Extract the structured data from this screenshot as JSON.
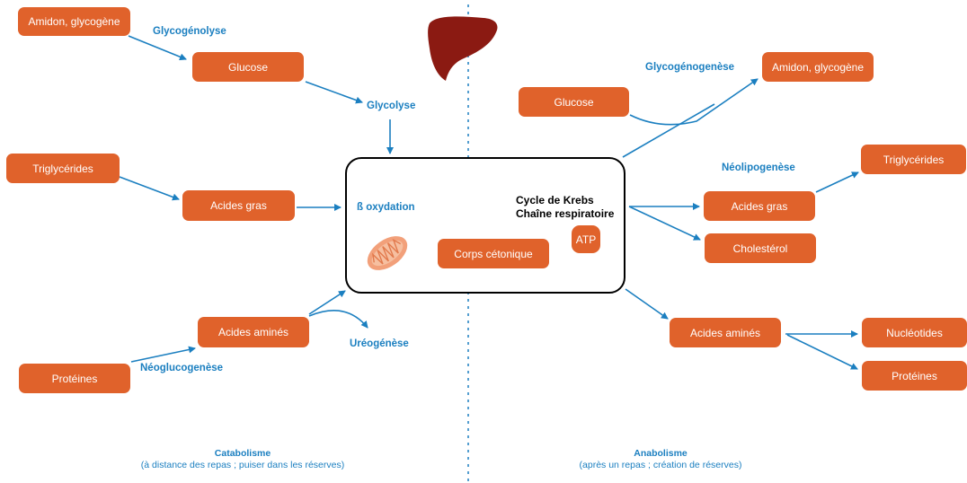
{
  "colors": {
    "box": "#e0622b",
    "arrow": "#1b7fc0",
    "liver": "#8b1a12",
    "mito": "#f2a07a"
  },
  "catabolism": {
    "amidon": "Amidon, glycogène",
    "glycogenolyse": "Glycogénolyse",
    "glucose": "Glucose",
    "glycolyse": "Glycolyse",
    "triglycerides": "Triglycérides",
    "acides_gras": "Acides gras",
    "acides_amines": "Acides aminés",
    "ureogenese": "Uréogénèse",
    "proteines": "Protéines",
    "neoglucogenese": "Néoglucogenèse",
    "caption_title": "Catabolisme",
    "caption_sub": "(à distance des repas ; puiser dans les réserves)"
  },
  "center": {
    "beta_oxydation": "ß oxydation",
    "krebs": "Cycle de Krebs",
    "respiratoire": "Chaîne respiratoire",
    "corps_cetonique": "Corps cétonique",
    "atp": "ATP"
  },
  "anabolism": {
    "glycogenogenese": "Glycogénogenèse",
    "amidon": "Amidon, glycogène",
    "glucose": "Glucose",
    "neolipogenese": "Néolipogenèse",
    "triglycerides": "Triglycérides",
    "acides_gras": "Acides gras",
    "cholesterol": "Cholestérol",
    "acides_amines": "Acides aminés",
    "nucleotides": "Nucléotides",
    "proteines": "Protéines",
    "caption_title": "Anabolisme",
    "caption_sub": "(après un repas ; création de réserves)"
  },
  "icons": {
    "liver": "liver-icon",
    "mitochondria": "mitochondria-icon"
  }
}
